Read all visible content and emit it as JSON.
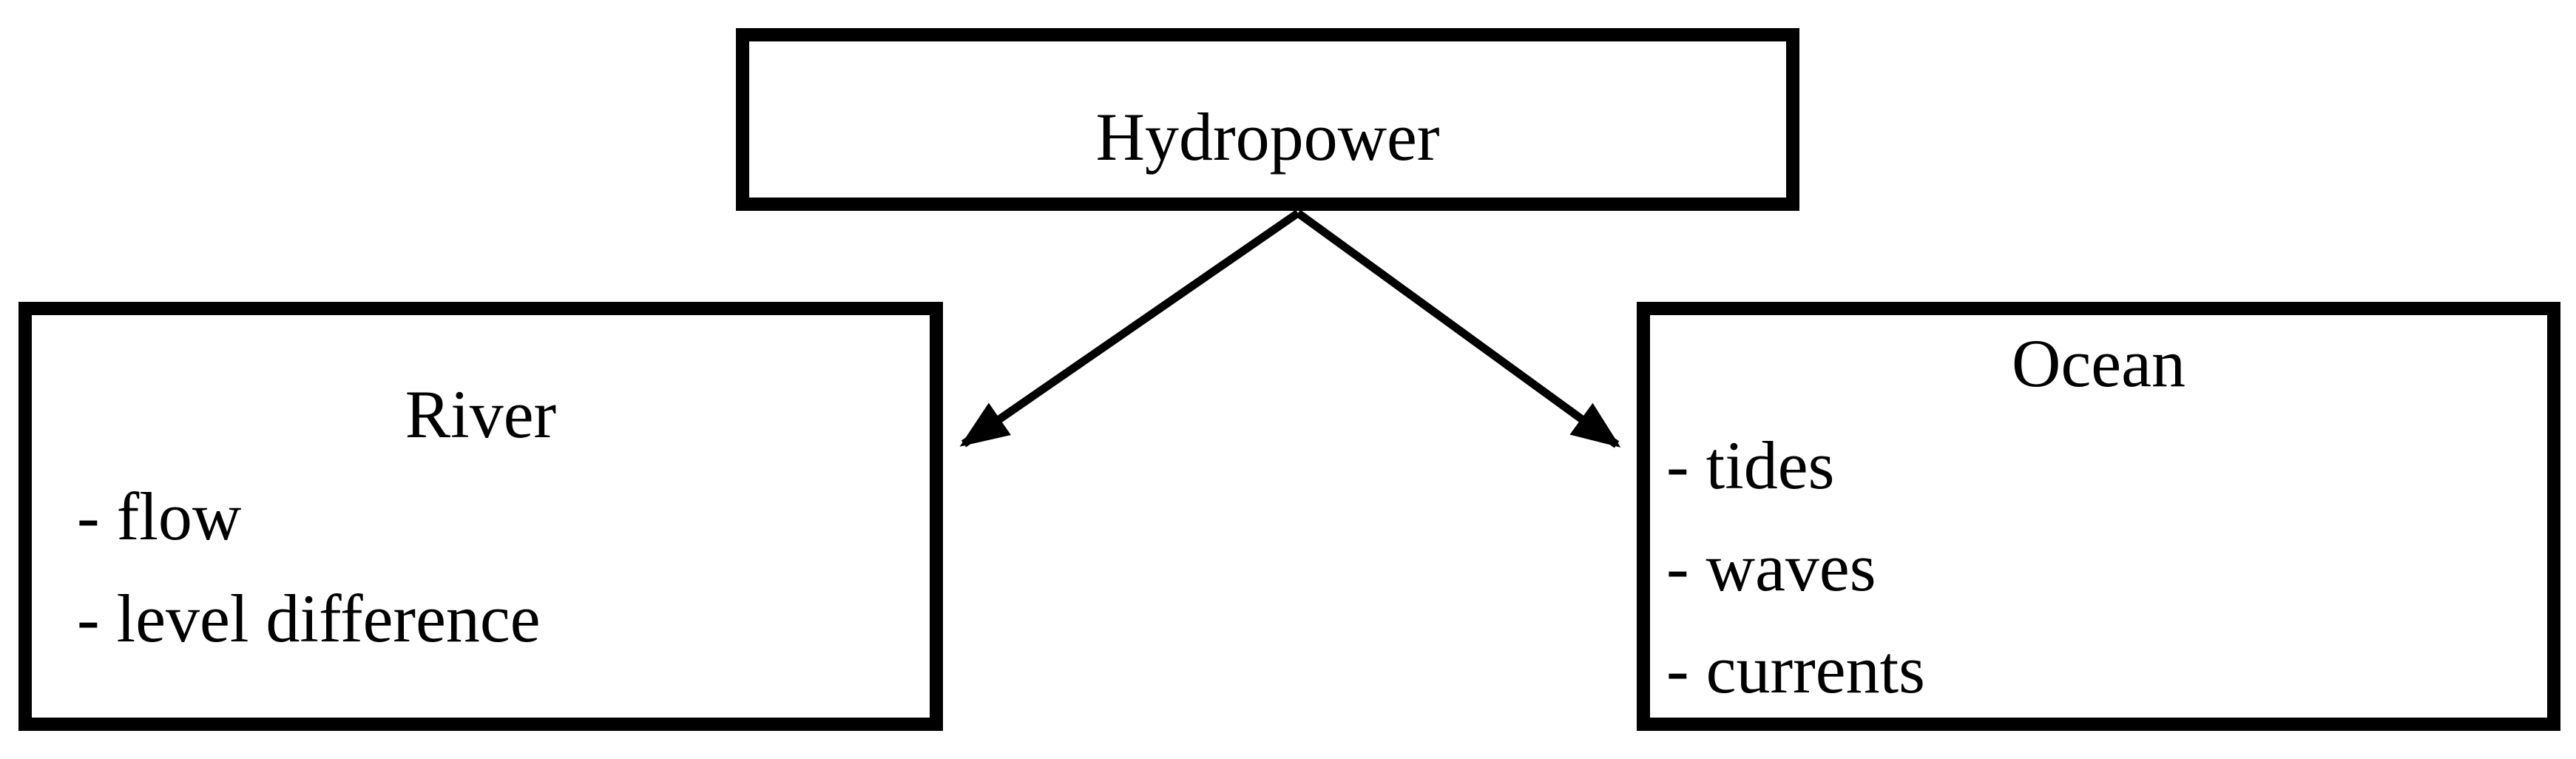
{
  "colors": {
    "ink": "#000000",
    "background": "#ffffff"
  },
  "root_node": {
    "label": "Hydropower"
  },
  "branch_nodes": [
    {
      "title": "River",
      "items": [
        "- flow",
        "- level difference"
      ]
    },
    {
      "title": "Ocean",
      "items": [
        "- tides",
        "- waves",
        "- currents"
      ]
    }
  ],
  "connectors": [
    {
      "name": "hydropower-to-river",
      "type": "arrow"
    },
    {
      "name": "hydropower-to-ocean",
      "type": "arrow"
    }
  ]
}
